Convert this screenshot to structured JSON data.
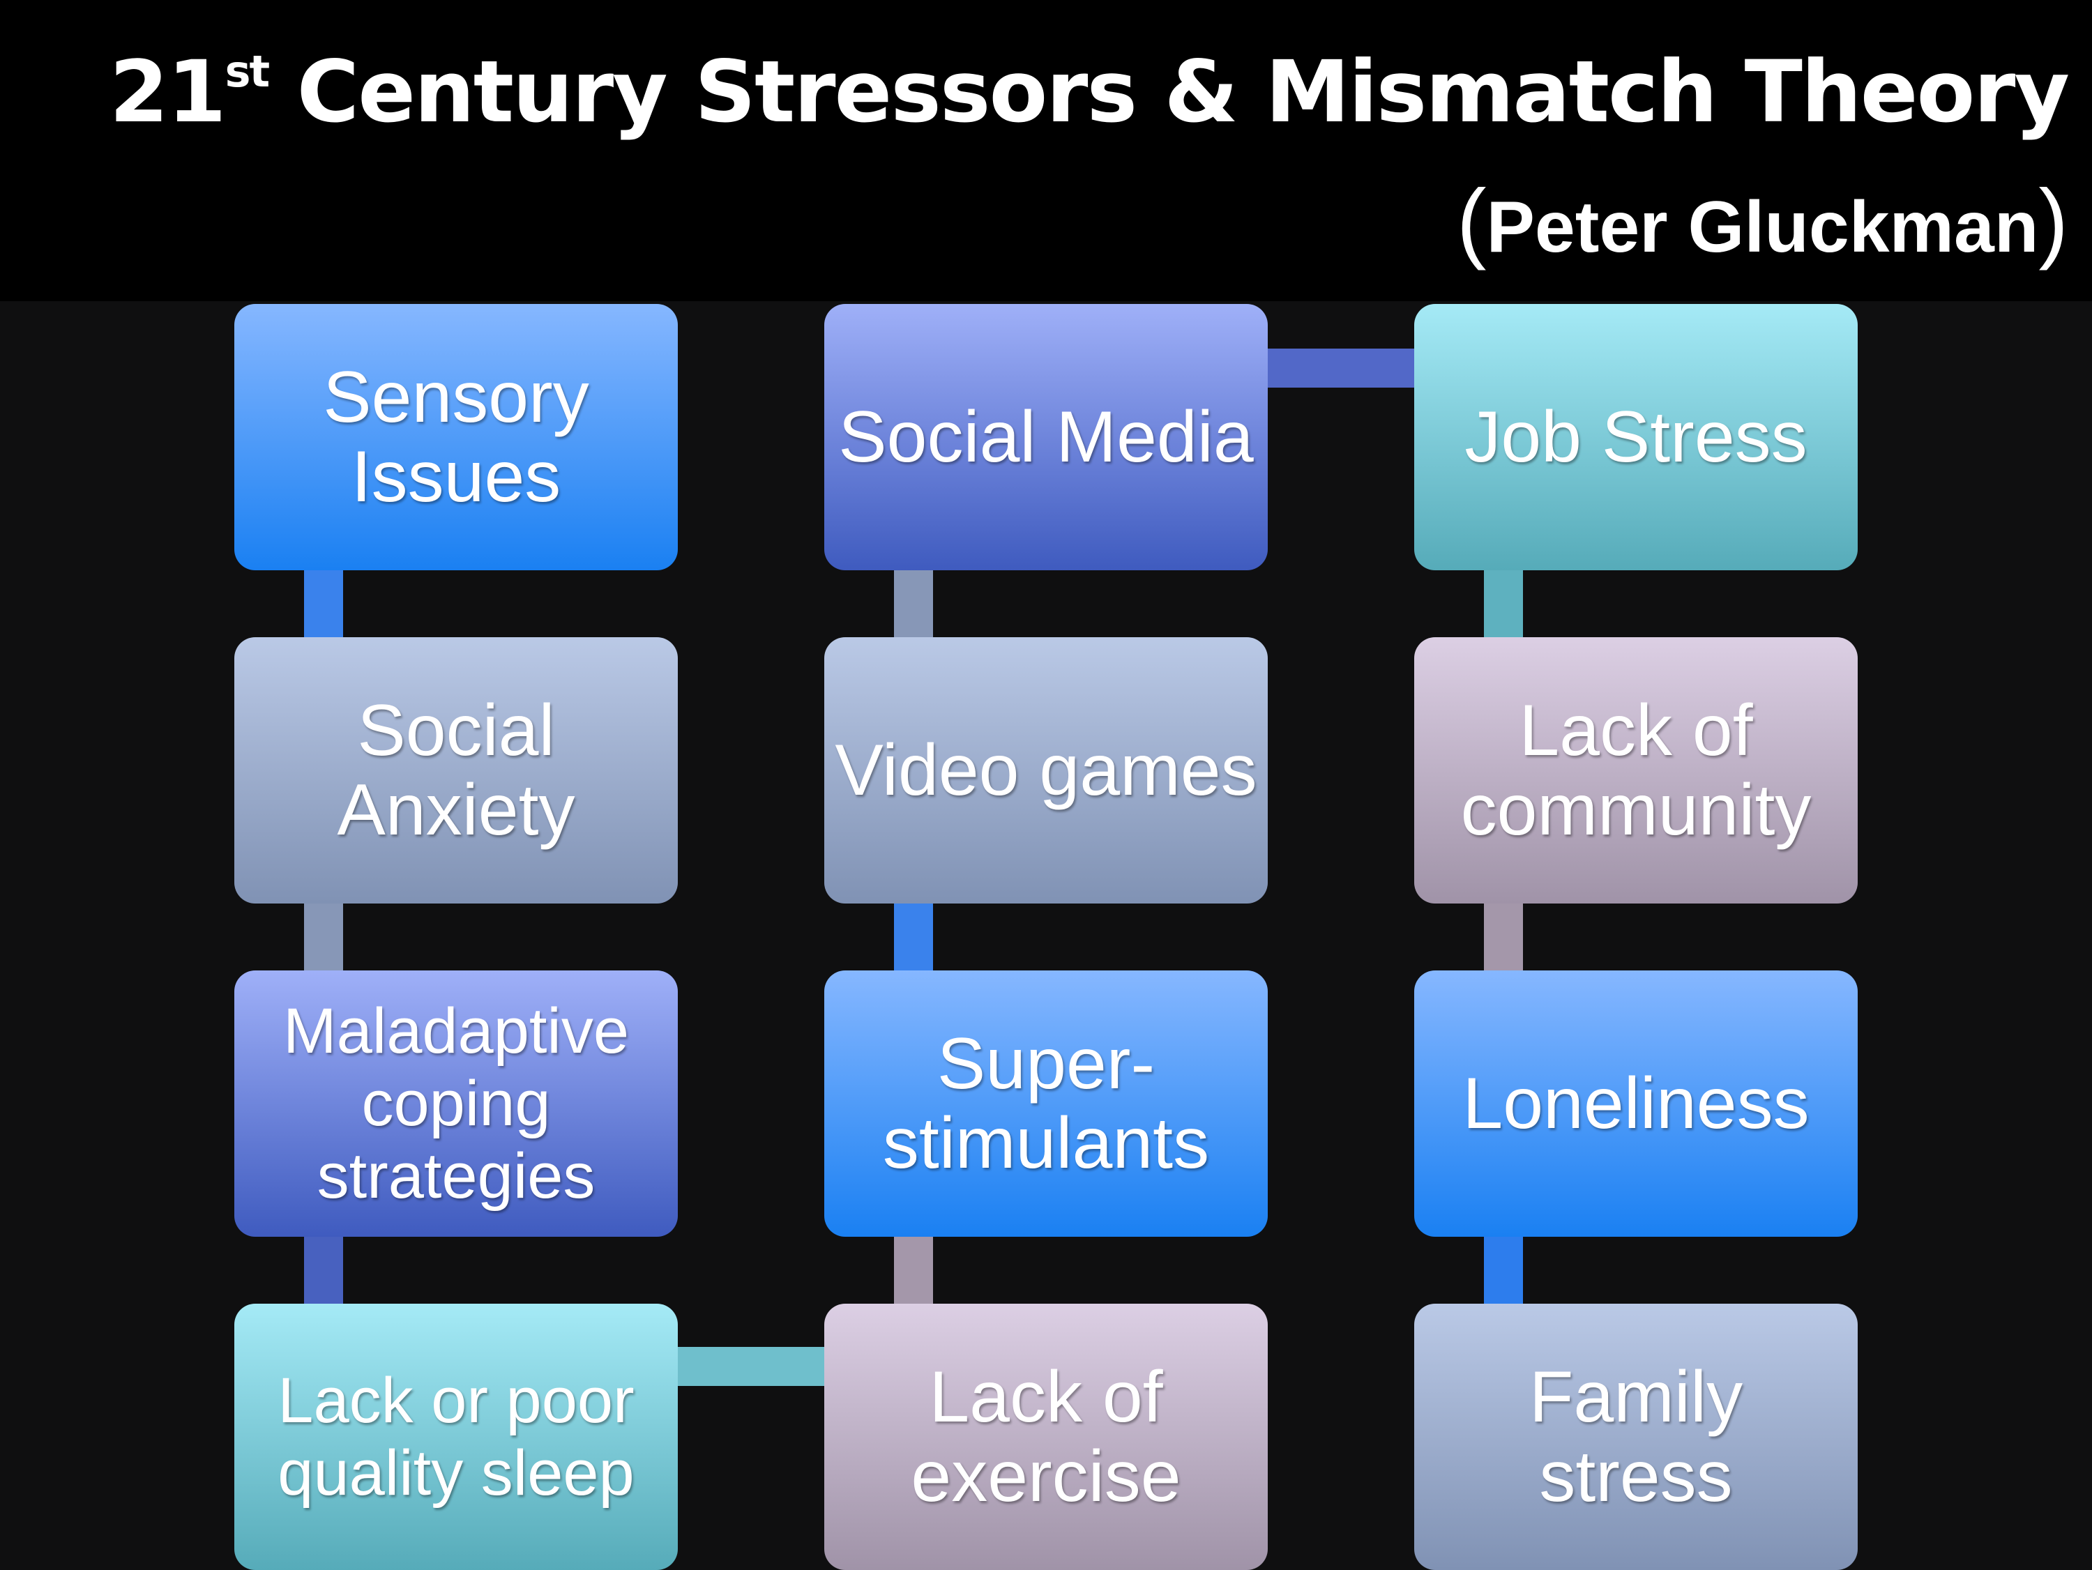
{
  "header": {
    "title_prefix": "21",
    "title_sup": "st",
    "title_rest": " Century Stressors & Mismatch Theory",
    "subtitle_open": "(",
    "subtitle_text": "Peter Gluckman",
    "subtitle_close": ")"
  },
  "boxes": {
    "sensory_issues": "Sensory Issues",
    "social_anxiety": "Social Anxiety",
    "maladaptive_coping": "Maladaptive coping strategies",
    "poor_sleep": "Lack or poor quality sleep",
    "social_media": "Social Media",
    "video_games": "Video games",
    "superstimulants": "Super-stimulants",
    "lack_of_exercise": "Lack of exercise",
    "job_stress": "Job Stress",
    "lack_of_community": "Lack of community",
    "loneliness": "Loneliness",
    "family_stress": "Family stress"
  },
  "colors": {
    "blue": "#1a80f2",
    "indigo": "#3f5bbf",
    "teal": "#56abb9",
    "slate": "#8092b4",
    "mauve": "#a093a8",
    "header_background": "#000000",
    "page_background": "#0f0f10"
  }
}
